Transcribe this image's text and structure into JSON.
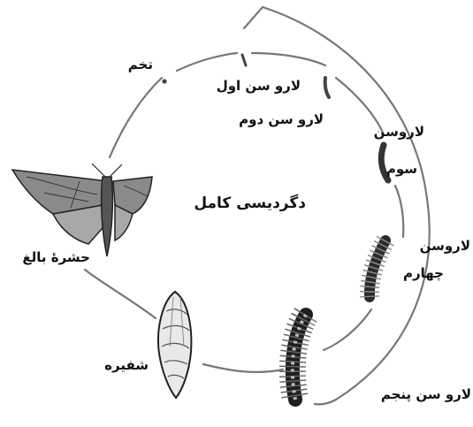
{
  "diagram": {
    "title": "دگردیسی کامل",
    "stages": {
      "egg": "تخم",
      "larva1": "لارو سن اول",
      "larva2": "لارو سن دوم",
      "larva3_line1": "لاروسن",
      "larva3_line2": "سوم",
      "larva4_line1": "لاروسن",
      "larva4_line2": "چهارم",
      "larva5": "لارو سن پنجم",
      "pupa": "شفیره",
      "adult": "حشرهٔ بالغ"
    }
  }
}
